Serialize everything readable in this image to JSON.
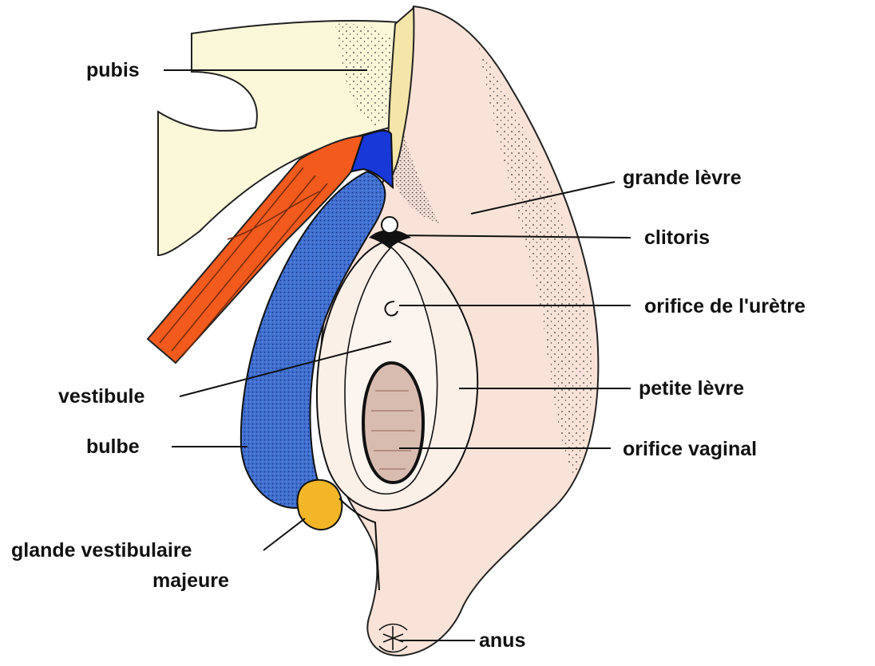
{
  "labels": {
    "pubis": "pubis",
    "grande_levre": "grande lèvre",
    "clitoris": "clitoris",
    "orifice_uretre": "orifice de l'urètre",
    "vestibule": "vestibule",
    "petite_levre": "petite lèvre",
    "bulbe": "bulbe",
    "orifice_vaginal": "orifice vaginal",
    "glande_line1": "glande vestibulaire",
    "glande_line2": "majeure",
    "anus": "anus"
  },
  "colors": {
    "skin": "#f9e3d8",
    "bone": "#fbf8da",
    "muscle": "#f25a1e",
    "bulb": "#3f6fd0",
    "ligament": "#1838d8",
    "gland": "#f2b628",
    "vaginal_opening": "#d9bcb0",
    "ink": "#111111"
  }
}
